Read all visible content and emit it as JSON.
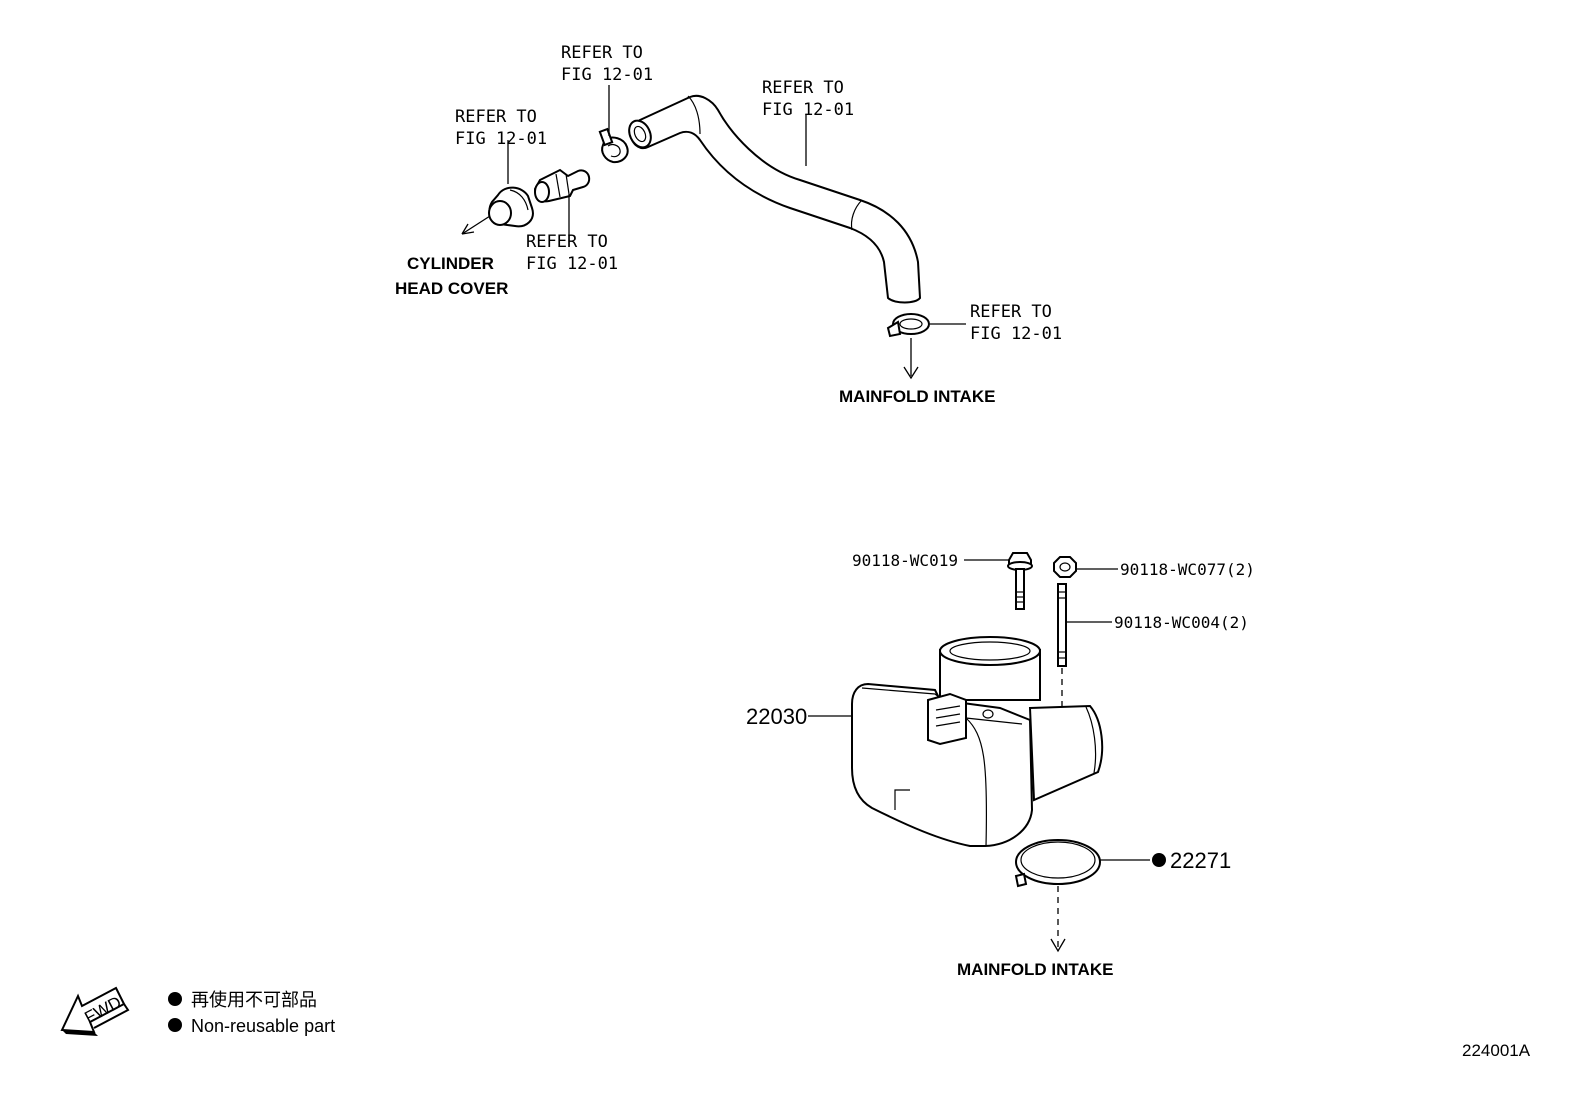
{
  "callouts": {
    "refer_grommet": [
      "REFER TO",
      "FIG 12-01"
    ],
    "refer_clip": [
      "REFER TO",
      "FIG 12-01"
    ],
    "refer_hose": [
      "REFER TO",
      "FIG 12-01"
    ],
    "refer_valve": [
      "REFER TO",
      "FIG 12-01"
    ],
    "refer_clamp": [
      "REFER TO",
      "FIG 12-01"
    ]
  },
  "destinations": {
    "cylinder_head_cover": [
      "CYLINDER",
      "HEAD COVER"
    ],
    "manifold_intake_top": "MAINFOLD INTAKE",
    "manifold_intake_bottom": "MAINFOLD INTAKE"
  },
  "parts": {
    "bolt": "90118-WC019",
    "nut": "90118-WC077(2)",
    "stud": "90118-WC004(2)",
    "throttle_body": "22030",
    "gasket": "22271"
  },
  "legend": {
    "jp": "再使用不可部品",
    "en": "Non-reusable part"
  },
  "fwd_label": "FWD",
  "figure_id": "224001A"
}
